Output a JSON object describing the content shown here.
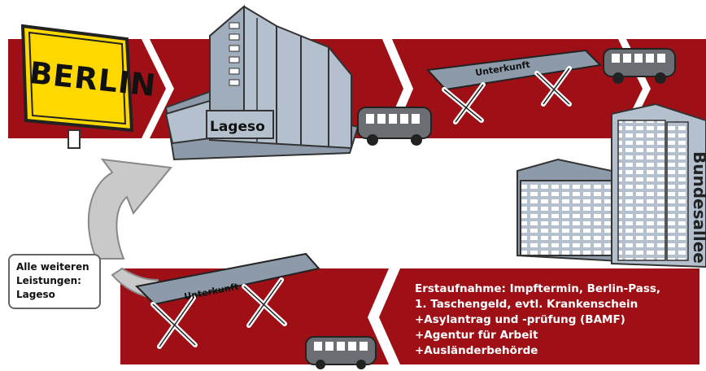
{
  "colors": {
    "band": "#9e1016",
    "sign_yellow": "#ffd800",
    "building": "#b4c0ce",
    "arrow_gray": "#c9c9c9",
    "white": "#ffffff"
  },
  "sign": {
    "text": "BERLIN"
  },
  "buildings": {
    "lageso": "Lageso",
    "bundesallee": "Bundesallee"
  },
  "cots": {
    "top_label": "Unterkunft",
    "bottom_label": "Unterkunft"
  },
  "icons": [
    "berlin-sign-icon",
    "lageso-building-icon",
    "bus-icon",
    "cot-icon",
    "bundesallee-building-icon",
    "curved-arrow-icon"
  ],
  "callout": {
    "lines": [
      "Alle weiteren",
      "Leistungen:",
      "Lageso"
    ]
  },
  "info": {
    "lines": [
      "Erstaufnahme: Impftermin, Berlin-Pass,",
      "1. Taschengeld, evtl. Krankenschein",
      "+Asylantrag und -prüfung (BAMF)",
      "+Agentur für Arbeit",
      "+Ausländerbehörde"
    ]
  }
}
